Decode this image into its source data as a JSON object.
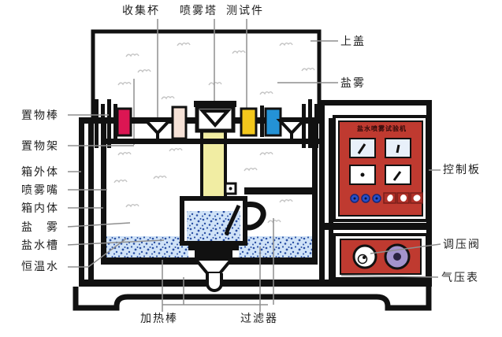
{
  "labels": {
    "top": [
      "收集杯",
      "喷雾塔",
      "测试件"
    ],
    "left": [
      "置物棒",
      "置物架",
      "箱外体",
      "喷雾嘴",
      "箱内体",
      "盐　雾",
      "盐水槽",
      "恒温水"
    ],
    "right": [
      "上盖",
      "盐雾",
      "控制板",
      "调压阀",
      "气压表"
    ],
    "bottom": [
      "加热棒",
      "过滤器"
    ]
  },
  "control_panel": {
    "title": "盐水喷雾试验机"
  },
  "colors": {
    "outline": "#111111",
    "panel_red": "#bf3a30",
    "button_red": "#b03028",
    "sample_red": "#dc1653",
    "sample_pink": "#f6e2d7",
    "sample_yellow": "#f3c71c",
    "sample_blue": "#2492d6",
    "tower_yellow": "#f1eda3",
    "water_light": "#cfe2f7",
    "water_dot": "#2a4fa3",
    "knob_blue": "#2b50c8",
    "dial_purple": "#a393cc",
    "gauge_face": "#e8f0fa",
    "leader_gray": "#8f8f8f",
    "fog_gray": "#c4c4c4"
  }
}
